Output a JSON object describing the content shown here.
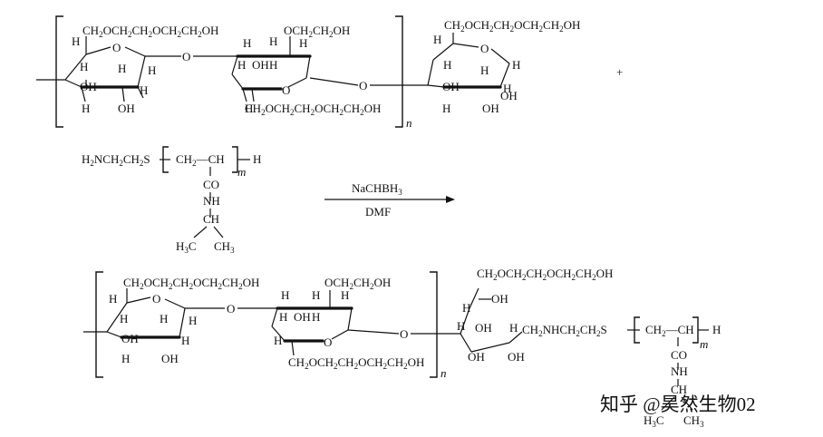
{
  "reactant_polymer": {
    "ring1_top_chain": "CH2OCH2CH2OCH2CH2OH",
    "ring2_top_chain": "OCH2CH2OH",
    "ring2_bottom_chain": "CH2OCH2CH2OCH2CH2OH",
    "end_ring_chain": "CH2OCH2CH2OCH2CH2OH",
    "repeat_n": "n",
    "plus_sign": "+"
  },
  "reactant_peptide": {
    "left_group": "H2NCH2CH2S",
    "backbone": "CH2—CH",
    "end_h": "H",
    "repeat_m": "m",
    "side_chain": [
      "CO",
      "NH",
      "CH"
    ],
    "isopropyl_left": "H3C",
    "isopropyl_right": "CH3"
  },
  "reaction": {
    "reagent": "NaCHBH3",
    "solvent": "DMF"
  },
  "product": {
    "ring1_top_chain": "CH2OCH2CH2OCH2CH2OH",
    "ring2_top_chain": "OCH2CH2OH",
    "ring2_bottom_chain": "CH2OCH2CH2OCH2CH2OH",
    "open_chain_top": "CH2OCH2CH2OCH2CH2OH",
    "linker": "CH2NHCH2CH2S",
    "backbone": "CH2—CH",
    "end_h": "H",
    "repeat_m": "m",
    "repeat_n": "n",
    "side_chain": [
      "CO",
      "NH",
      "CH"
    ],
    "isopropyl_left": "H3C",
    "isopropyl_right": "CH3"
  },
  "watermark": "知乎 @昊然生物02"
}
